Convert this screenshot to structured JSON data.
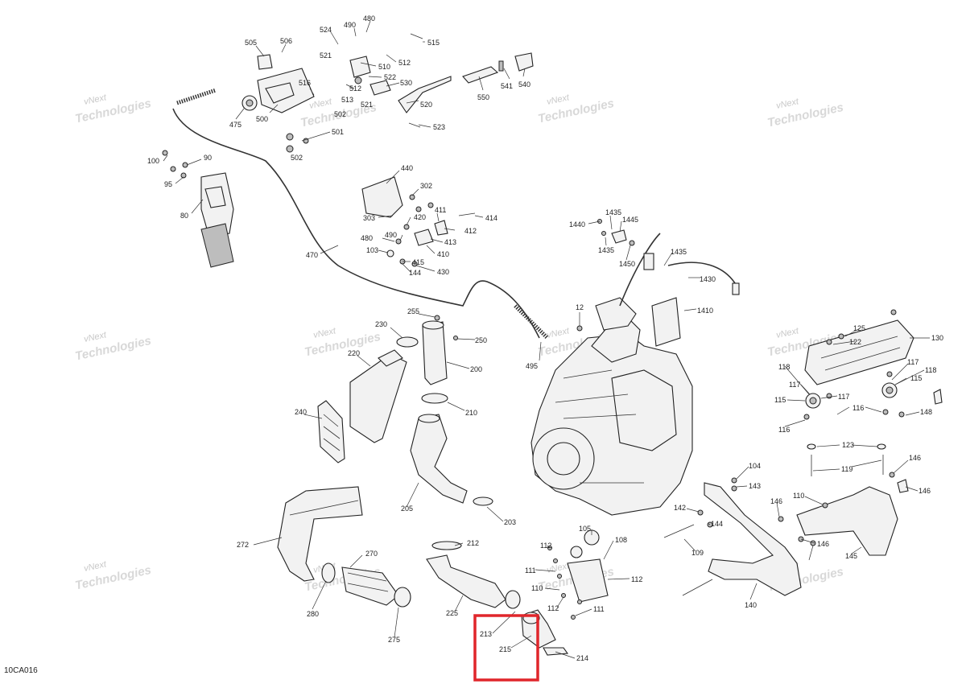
{
  "diagram_code": "10CA016",
  "watermark": {
    "line1": "vNext",
    "line2": "Technologies"
  },
  "highlight_color": "#e0262b",
  "callouts": {
    "c505": "505",
    "c506": "506",
    "c524": "524",
    "c490a": "490",
    "c480a": "480",
    "c515": "515",
    "c521a": "521",
    "c510": "510",
    "c512a": "512",
    "c516": "516",
    "c522": "522",
    "c512b": "512",
    "c530": "530",
    "c513": "513",
    "c521b": "521",
    "c520": "520",
    "c540": "540",
    "c541": "541",
    "c550": "550",
    "c475": "475",
    "c500": "500",
    "c502a": "502",
    "c501": "501",
    "c502b": "502",
    "c523": "523",
    "c100": "100",
    "c90": "90",
    "c95": "95",
    "c80": "80",
    "c440": "440",
    "c302": "302",
    "c303": "303",
    "c420": "420",
    "c411": "411",
    "c414": "414",
    "c480b": "480",
    "c490b": "490",
    "c412": "412",
    "c103": "103",
    "c413": "413",
    "c415": "415",
    "c410": "410",
    "c144a": "144",
    "c430": "430",
    "c470": "470",
    "c1435a": "1435",
    "c1440": "1440",
    "c1445": "1445",
    "c1435b": "1435",
    "c1450": "1450",
    "c1435c": "1435",
    "c1430": "1430",
    "c1410": "1410",
    "c12": "12",
    "c255": "255",
    "c230": "230",
    "c250": "250",
    "c495": "495",
    "c220": "220",
    "c200": "200",
    "c210": "210",
    "c240": "240",
    "c205": "205",
    "c203": "203",
    "c125": "125",
    "c130": "130",
    "c118a": "118",
    "c122": "122",
    "c117a": "117",
    "c117b": "117",
    "c118b": "118",
    "c115a": "115",
    "c117c": "117",
    "c115b": "115",
    "c116a": "116",
    "c116b": "116",
    "c148": "148",
    "c123": "123",
    "c119": "119",
    "c146a": "146",
    "c146b": "146",
    "c104": "104",
    "c143": "143",
    "c142": "142",
    "c144b": "144",
    "c110a": "110",
    "c146c": "146",
    "c146d": "146",
    "c145": "145",
    "c109": "109",
    "c140": "140",
    "c272": "272",
    "c212": "212",
    "c270": "270",
    "c105": "105",
    "c112a": "112",
    "c108": "108",
    "c111a": "111",
    "c112b": "112",
    "c280": "280",
    "c225": "225",
    "c110b": "110",
    "c112c": "112",
    "c111b": "111",
    "c275": "275",
    "c213": "213",
    "c215": "215",
    "c214": "214"
  }
}
